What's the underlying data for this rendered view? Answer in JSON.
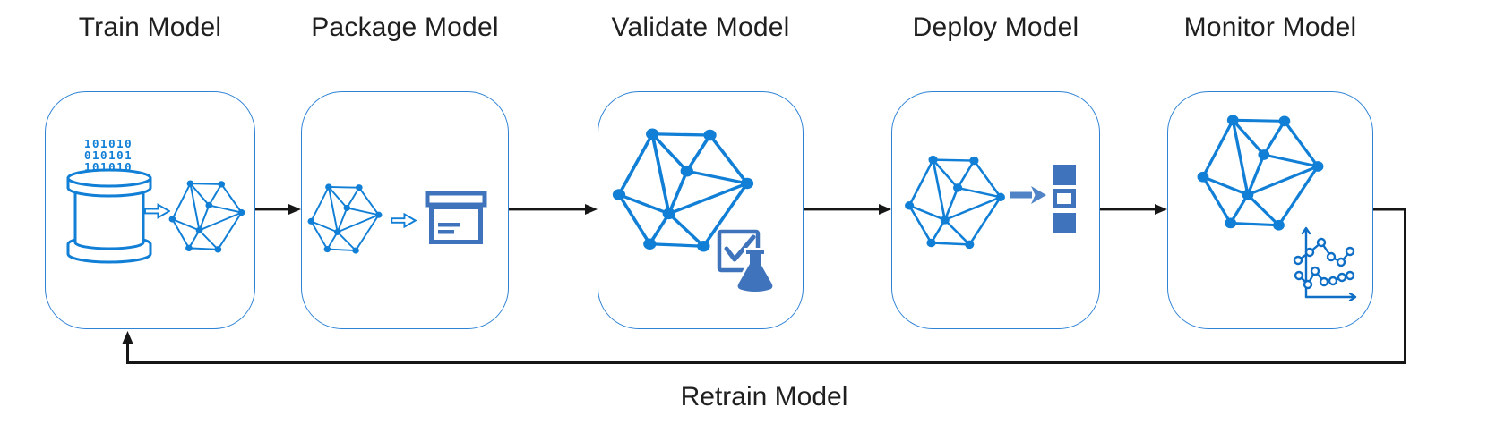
{
  "diagram": {
    "stages": [
      {
        "label": "Train Model"
      },
      {
        "label": "Package Model"
      },
      {
        "label": "Validate Model"
      },
      {
        "label": "Deploy Model"
      },
      {
        "label": "Monitor Model"
      }
    ],
    "feedback_label": "Retrain Model",
    "train_binary": {
      "row1": "101010",
      "row2": "010101",
      "row3": "101010"
    },
    "colors": {
      "accent_blue": "#117fd6",
      "steel_blue": "#3f74bd",
      "deploy_arrow_blue": "#5084c6",
      "box_border_blue": "#2e82d6",
      "connector_black": "#161616",
      "title_text": "#1f1f1f"
    }
  }
}
